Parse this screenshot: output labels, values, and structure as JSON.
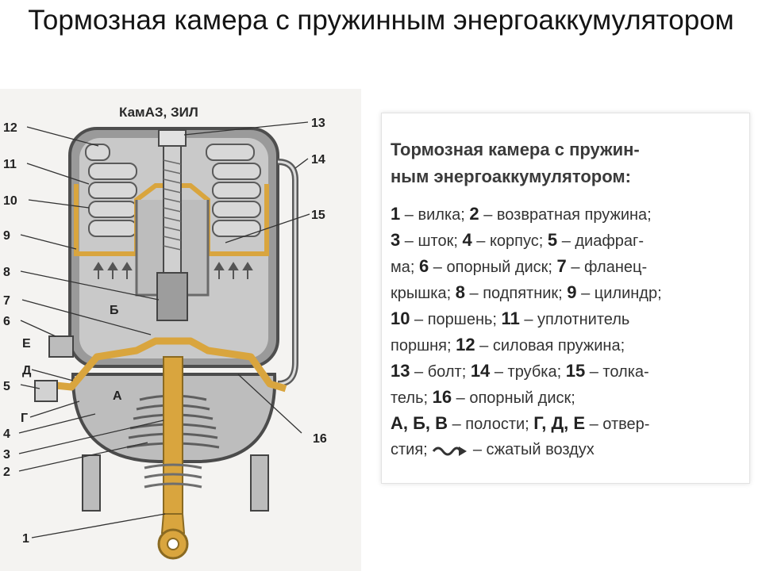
{
  "title": "Тормозная камера с пружинным энергоаккумулятором",
  "diagram_label": "КамАЗ, ЗИЛ",
  "callouts": {
    "left": [
      "12",
      "11",
      "10",
      "9",
      "8",
      "7",
      "6",
      "Е",
      "Д",
      "5",
      "Г",
      "4",
      "3",
      "2",
      "1"
    ],
    "right": [
      "13",
      "14",
      "15",
      "16"
    ],
    "cavities": [
      "Б",
      "А"
    ]
  },
  "legend": {
    "title": "Тормозная камера с пружин-ным энергоаккумулятором:",
    "title_line1": "Тормозная камера с пружин-",
    "title_line2": "ным энергоаккумулятором:",
    "lines": [
      [
        {
          "n": "1",
          "t": " – вилка; "
        },
        {
          "n": "2",
          "t": " – возвратная пружина;"
        }
      ],
      [
        {
          "n": "3",
          "t": " – шток; "
        },
        {
          "n": "4",
          "t": " – корпус; "
        },
        {
          "n": "5",
          "t": " – диафраг-"
        }
      ],
      [
        {
          "n": "",
          "t": "ма; "
        },
        {
          "n": "6",
          "t": " – опорный диск; "
        },
        {
          "n": "7",
          "t": " – фланец-"
        }
      ],
      [
        {
          "n": "",
          "t": "крышка; "
        },
        {
          "n": "8",
          "t": " – подпятник; "
        },
        {
          "n": "9",
          "t": " – цилиндр;"
        }
      ],
      [
        {
          "n": "10",
          "t": " – поршень; "
        },
        {
          "n": "11",
          "t": " – уплотнитель"
        }
      ],
      [
        {
          "n": "",
          "t": "поршня; "
        },
        {
          "n": "12",
          "t": " – силовая пружина;"
        }
      ],
      [
        {
          "n": "13",
          "t": " – болт; "
        },
        {
          "n": "14",
          "t": " – трубка; "
        },
        {
          "n": "15",
          "t": " – толка-"
        }
      ],
      [
        {
          "n": "",
          "t": "тель; "
        },
        {
          "n": "16",
          "t": " – опорный диск;"
        }
      ],
      [
        {
          "n": "А, Б, В",
          "t": " – полости; "
        },
        {
          "n": "Г, Д, Е",
          "t": " – отвер-"
        }
      ],
      [
        {
          "n": "",
          "t": "стия; "
        },
        {
          "n": "",
          "t": " – сжатый воздух",
          "icon": "compressed-air-arrow-icon"
        }
      ]
    ]
  },
  "colors": {
    "brass": "#d9a53e",
    "housing": "#6e6e6e",
    "spring": "#8c8c8c",
    "text": "#222222"
  }
}
